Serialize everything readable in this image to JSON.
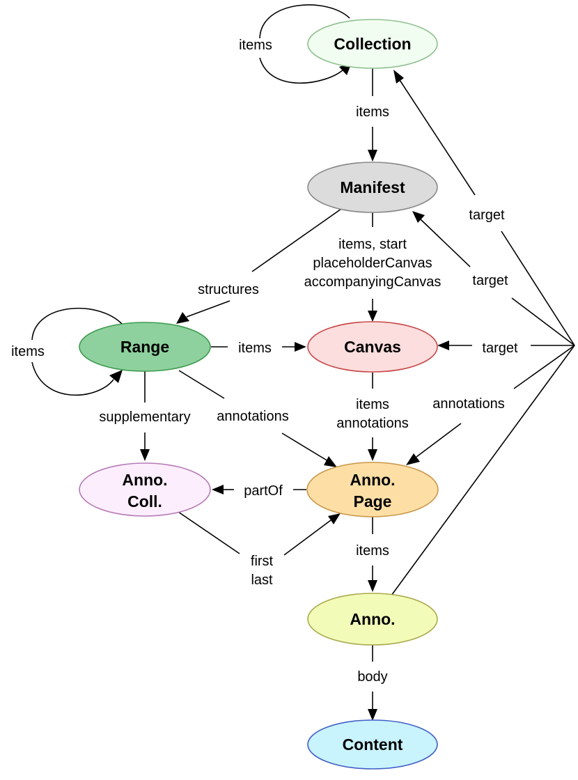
{
  "nodes": {
    "collection": {
      "label": "Collection",
      "fill": "#f0fdf0",
      "stroke": "#8fbf8f"
    },
    "manifest": {
      "label": "Manifest",
      "fill": "#dcdcdc",
      "stroke": "#8a8a8a"
    },
    "range": {
      "label": "Range",
      "fill": "#8ed19e",
      "stroke": "#3d9a4e"
    },
    "canvas": {
      "label": "Canvas",
      "fill": "#fddede",
      "stroke": "#c94a4a"
    },
    "annocoll": {
      "line1": "Anno.",
      "line2": "Coll.",
      "fill": "#fdeefd",
      "stroke": "#b67ab6"
    },
    "annopage": {
      "line1": "Anno.",
      "line2": "Page",
      "fill": "#fddfa6",
      "stroke": "#c9974a"
    },
    "anno": {
      "label": "Anno.",
      "fill": "#f3fbb8",
      "stroke": "#a9aa4c"
    },
    "content": {
      "label": "Content",
      "fill": "#c9f3fd",
      "stroke": "#3f5fc5"
    }
  },
  "edge_labels": {
    "collection_self": "items",
    "collection_manifest": "items",
    "manifest_canvas_1": "items, start",
    "manifest_canvas_2": "placeholderCanvas",
    "manifest_canvas_3": "accompanyingCanvas",
    "manifest_range": "structures",
    "range_self": "items",
    "range_canvas": "items",
    "range_annocoll": "supplementary",
    "range_annopage": "annotations",
    "canvas_annopage_1": "items",
    "canvas_annopage_2": "annotations",
    "annopage_annocoll": "partOf",
    "annocoll_annopage_1": "first",
    "annocoll_annopage_2": "last",
    "annopage_anno": "items",
    "anno_content": "body",
    "target_collection": "target",
    "target_manifest": "target",
    "target_canvas": "target",
    "hub_annopage": "annotations"
  }
}
